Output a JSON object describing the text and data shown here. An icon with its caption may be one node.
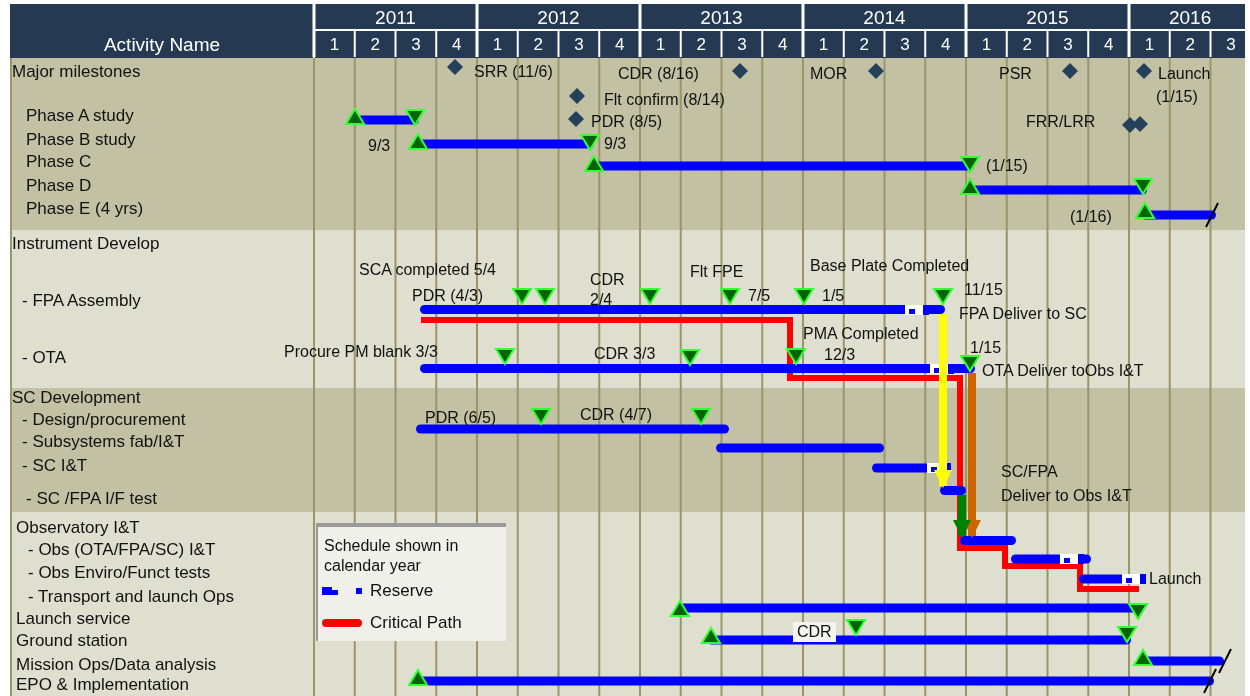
{
  "diagram": {
    "nodes": [
      {
        "text": [],
        "shape": "bar"
      },
      {
        "text": [],
        "shape": "bar"
      },
      {
        "text": [],
        "shape": "bar"
      },
      {
        "text": [],
        "shape": "bar"
      }
    ],
    "edges": [
      {
        "from": 0,
        "to": 2,
        "arrow": "to",
        "color": "#ffff00"
      },
      {
        "from": 1,
        "to": 3,
        "arrow": "to",
        "color": "#cc6600"
      },
      {
        "from": 2,
        "to": 3,
        "arrow": "to",
        "color": "#008000"
      }
    ],
    "labels": [
      "2011",
      "2012",
      "2013",
      "2014",
      "2015",
      "2016",
      "Activity Name",
      "1",
      "2",
      "3",
      "4",
      "1",
      "2",
      "3",
      "4",
      "1",
      "2",
      "3",
      "4",
      "1",
      "2",
      "3",
      "4",
      "1",
      "2",
      "3",
      "4",
      "1",
      "2",
      "3",
      "Major milestones",
      "SRR (11/6)",
      "CDR (8/16)",
      "MOR",
      "PSR",
      "Launch",
      "Flt confirm (8/14)",
      "(1/15)",
      "Phase A study",
      "PDR (8/5)",
      "FRR/LRR",
      "Phase B study",
      "9/3",
      "9/3",
      "Phase C",
      "(1/15)",
      "Phase D",
      "Phase E (4 yrs)",
      "(1/16)",
      "Instrument Develop",
      "SCA completed 5/4",
      "CDR 2/4",
      "Flt FPE",
      "Base Plate Completed",
      "11/15",
      "- FPA Assembly",
      "PDR (4/3)",
      "7/5",
      "1/5",
      "FPA Deliver to SC",
      "PMA Completed",
      "Procure PM blank 3/3",
      "CDR 3/3",
      "12/3",
      "1/15",
      "- OTA",
      "OTA Deliver toObs I&T",
      "SC Development",
      "- Design/procurement",
      "PDR (6/5)",
      "CDR (4/7)",
      "- Subsystems fab/I&T",
      "- SC I&T",
      "SC/FPA",
      "- SC /FPA I/F test",
      "Deliver to Obs I&T",
      "Observatory I&T",
      "Schedule shown in calendar year",
      "- Obs (OTA/FPA/SC) I&T",
      "- Obs Enviro/Funct tests",
      "Launch",
      "- Transport and launch Ops",
      "Launch service",
      "Ground station",
      "CDR",
      "Mission Ops/Data analysis",
      "EPO & Implementation"
    ],
    "legend": [
      {
        "text": "Reserve"
      },
      {
        "text": "Critical Path",
        "color": "#ff0000"
      }
    ]
  }
}
